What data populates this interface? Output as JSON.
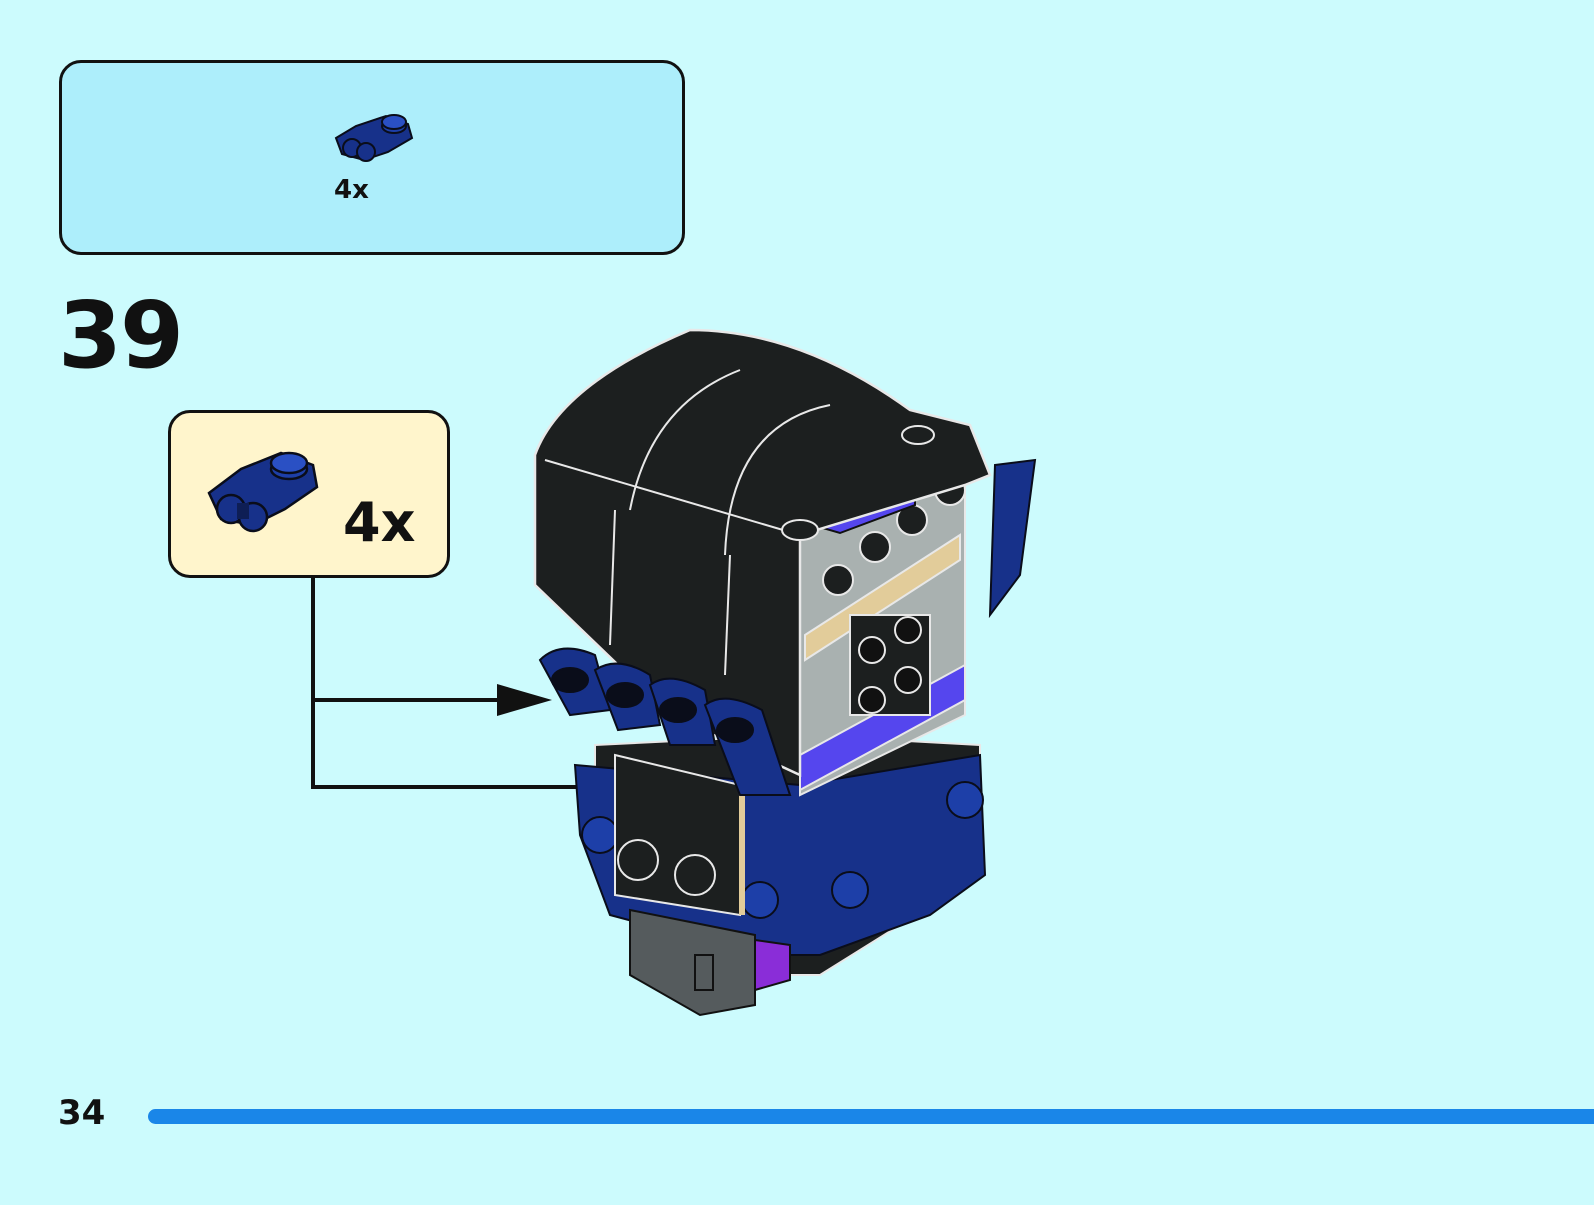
{
  "parts_list": {
    "items": [
      {
        "icon": "blue-clip-plate-icon",
        "quantity": "4x"
      }
    ]
  },
  "step": {
    "number": "39",
    "callout": {
      "icon": "blue-clip-plate-icon",
      "quantity": "4x"
    }
  },
  "footer": {
    "page_number": "34",
    "progress_color": "#1a86e8"
  },
  "colors": {
    "background": "#ccfbfd",
    "parts_box": "#adeefb",
    "callout_box": "#fff5cc",
    "brick_black": "#1c1f1f",
    "brick_blue": "#17318a",
    "brick_violet": "#5546ee",
    "brick_tan": "#e2cc9a",
    "brick_grey": "#a9b1b0"
  }
}
